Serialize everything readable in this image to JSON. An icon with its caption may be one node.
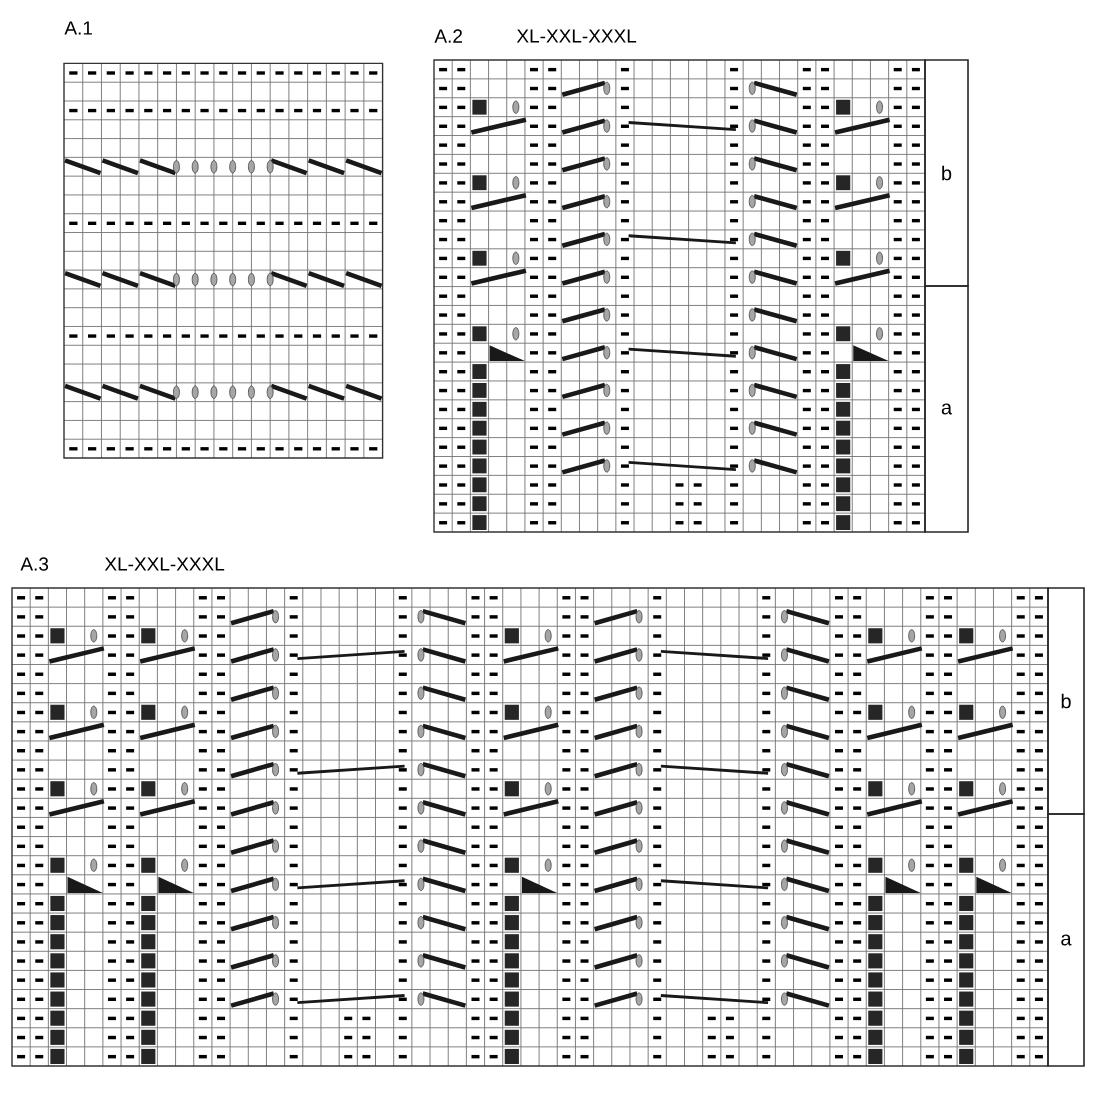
{
  "diagram": {
    "nodes": [
      {
        "text": [
          "b"
        ]
      },
      {
        "text": [
          "a"
        ]
      },
      {
        "text": [
          "b"
        ]
      },
      {
        "text": [
          "a"
        ]
      }
    ],
    "labels": [
      "A.1",
      "A.2",
      "XL-XXL-XXXL",
      "A.3",
      "XL-XXL-XXXL"
    ]
  }
}
